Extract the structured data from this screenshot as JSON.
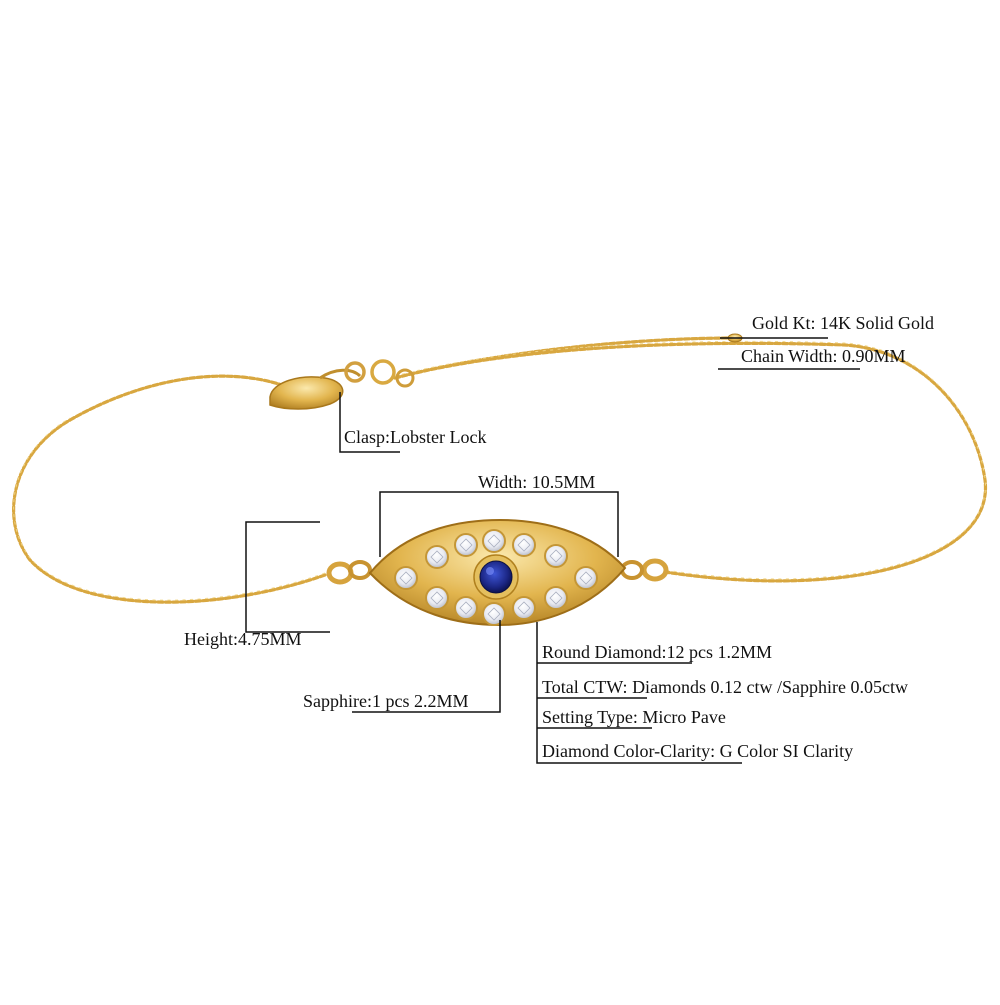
{
  "colors": {
    "gold_light": "#f4d985",
    "gold": "#d9a941",
    "gold_dark": "#a9781c",
    "sapphire": "#1f2c8c",
    "diamond": "#f3f4f8",
    "line": "#111111"
  },
  "annotations": {
    "gold_kt": {
      "key": "Gold Kt:",
      "value": "14K Solid Gold"
    },
    "chain_width": {
      "key": "Chain Width:",
      "value": "0.90MM"
    },
    "clasp": {
      "key": "Clasp:",
      "value": "Lobster Lock"
    },
    "width": {
      "key": "Width:",
      "value": "10.5MM"
    },
    "height": {
      "key": "Height:",
      "value": "4.75MM"
    },
    "round_diamond": {
      "key": "Round Diamond:",
      "value": "12 pcs 1.2MM"
    },
    "sapphire": {
      "key": "Sapphire:",
      "value": "1 pcs 2.2MM"
    },
    "total_ctw": {
      "key": "Total CTW:",
      "value": "Diamonds 0.12 ctw /Sapphire 0.05ctw"
    },
    "setting_type": {
      "key": "Setting Type:",
      "value": "Micro Pave"
    },
    "diamond_color_clarity": {
      "key": "Diamond Color-Clarity:",
      "value": "G Color SI Clarity"
    }
  }
}
